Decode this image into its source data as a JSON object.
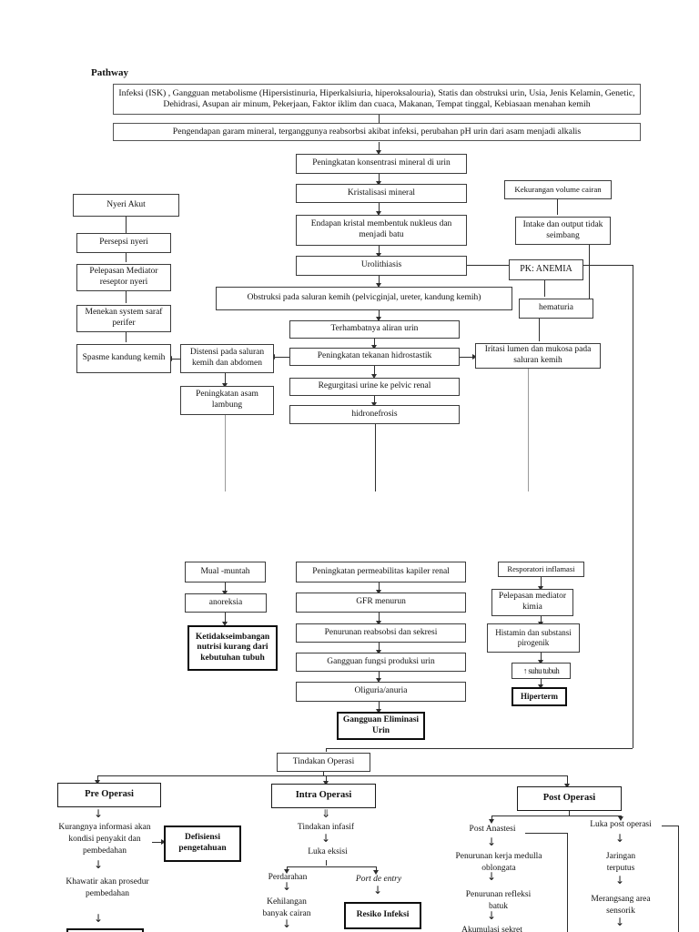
{
  "page": {
    "title": "Pathway"
  },
  "arrows": {
    "down": "↓",
    "double_down": "⇓"
  },
  "nodes": {
    "etiology": "Infeksi (ISK) , Gangguan metabolisme (Hipersistinuria, Hiperkalsiuria, hiperoksalouria), Statis dan obstruksi urin, Usia, Jenis Kelamin, Genetic, Dehidrasi, Asupan air minum, Pekerjaan, Faktor iklim dan cuaca, Makanan, Tempat tinggal, Kebiasaan menahan kemih",
    "pengendapan": "Pengendapan garam mineral, terganggunya reabsorbsi akibat infeksi, perubahan pH urin dari asam menjadi alkalis",
    "konsentrasi": "Peningkatan konsentrasi mineral di urin",
    "kristalisasi": "Kristalisasi mineral",
    "endapan": "Endapan kristal membentuk nukleus dan menjadi batu",
    "urolithiasis": "Urolithiasis",
    "obstruksi": "Obstruksi pada saluran kemih (pelvicginjal, ureter, kandung kemih)",
    "terhambat": "Terhambatnya aliran urin",
    "hidrostatik": "Peningkatan tekanan hidrostastik",
    "regurgitasi": "Regurgitasi urine ke pelvic renal",
    "hidronefrosis": "hidronefrosis",
    "nyeri_akut": "Nyeri Akut",
    "persepsi": "Persepsi nyeri",
    "pelepasan_mediator": "Pelepasan Mediator reseptor nyeri",
    "menekan": "Menekan system saraf perifer",
    "spasme": "Spasme kandung kemih",
    "distensi": "Distensi pada saluran kemih dan abdomen",
    "asam_lambung": "Peningkatan asam lambung",
    "kekurangan_cairan": "Kekurangan volume cairan",
    "intake_output": "Intake dan output tidak seimbang",
    "pk_anemia": "PK: ANEMIA",
    "hematuria": "hematuria",
    "iritasi": "Iritasi lumen dan mukosa pada saluran kemih",
    "mual": "Mual -muntah",
    "anoreksia": "anoreksia",
    "ketidakseimbangan": "Ketidakseimbangan nutrisi kurang dari kebutuhan tubuh",
    "permeabilitas": "Peningkatan permeabilitas kapiler renal",
    "gfr": "GFR menurun",
    "reabsobsi": "Penurunan reabsobsi dan sekresi",
    "produksi_urin": "Gangguan fungsi produksi urin",
    "oliguria": "Oliguria/anuria",
    "gangguan_eliminasi": "Gangguan Eliminasi Urin",
    "resporatori": "Resporatori inflamasi",
    "mediator_kimia": "Pelepasan mediator kimia",
    "histamin": "Histamin dan substansi pirogenik",
    "suhu": "↑ suhu tubuh",
    "hiperterm": "Hiperterm",
    "tindakan_operasi": "Tindakan Operasi",
    "pre_operasi": "Pre Operasi",
    "intra_operasi": "Intra Operasi",
    "post_operasi": "Post Operasi",
    "kurangnya": "Kurangnya informasi akan kondisi penyakit dan pembedahan",
    "defisiensi": "Defisiensi pengetahuan",
    "khawatir": "Khawatir akan prosedur pembedahan",
    "tindakan_infasif": "Tindakan infasif",
    "luka_eksisi": "Luka eksisi",
    "perdarahan": "Perdarahan",
    "port_de_entry": "Port de entry",
    "kehilangan": "Kehilangan banyak cairan",
    "resiko_infeksi": "Resiko Infeksi",
    "post_anastesi": "Post Anastesi",
    "penurunan_kerja": "Penurunan kerja medulla oblongata",
    "refleksi_batuk": "Penurunan refleksi batuk",
    "akumulasi": "Akumulasi sekret",
    "luka_post": "Luka post operasi",
    "jaringan": "Jaringan terputus",
    "merangsang": "Merangsang area sensorik"
  }
}
